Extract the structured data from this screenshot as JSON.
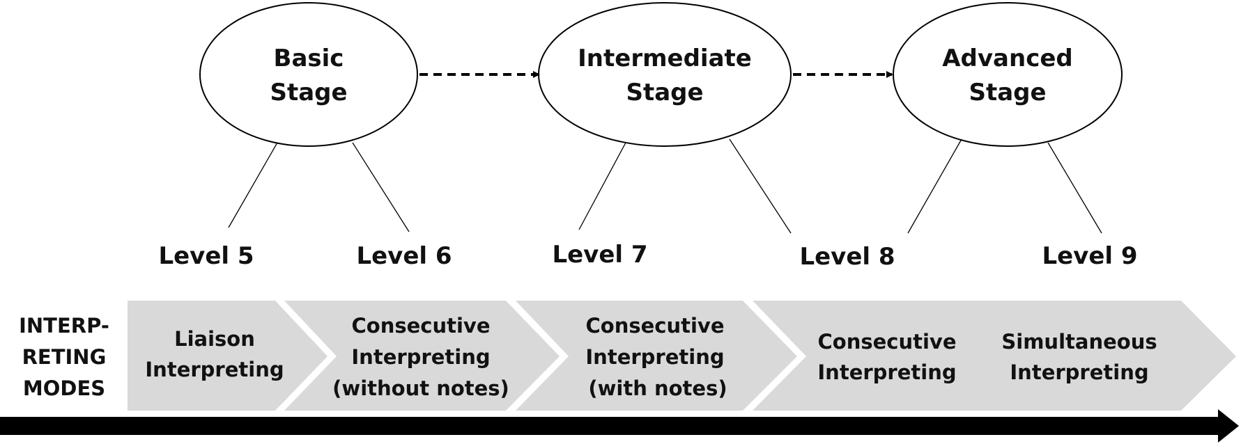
{
  "stages": [
    {
      "line1": "Basic",
      "line2": "Stage"
    },
    {
      "line1": "Intermediate",
      "line2": "Stage"
    },
    {
      "line1": "Advanced",
      "line2": "Stage"
    }
  ],
  "levels": [
    "Level 5",
    "Level 6",
    "Level 7",
    "Level 8",
    "Level 9"
  ],
  "side_label": {
    "line1": "INTERP-",
    "line2": "RETING",
    "line3": "MODES"
  },
  "modes": [
    {
      "line1": "Liaison",
      "line2": "Interpreting"
    },
    {
      "line1": "Consecutive",
      "line2": "Interpreting",
      "line3": "(without notes)"
    },
    {
      "line1": "Consecutive",
      "line2": "Interpreting",
      "line3": "(with notes)"
    },
    {
      "line1": "Consecutive",
      "line2": "Interpreting"
    },
    {
      "line1": "Simultaneous",
      "line2": "Interpreting"
    }
  ],
  "colors": {
    "chevron_fill": "#d9d9d9",
    "line": "#000000",
    "text": "#111111"
  }
}
